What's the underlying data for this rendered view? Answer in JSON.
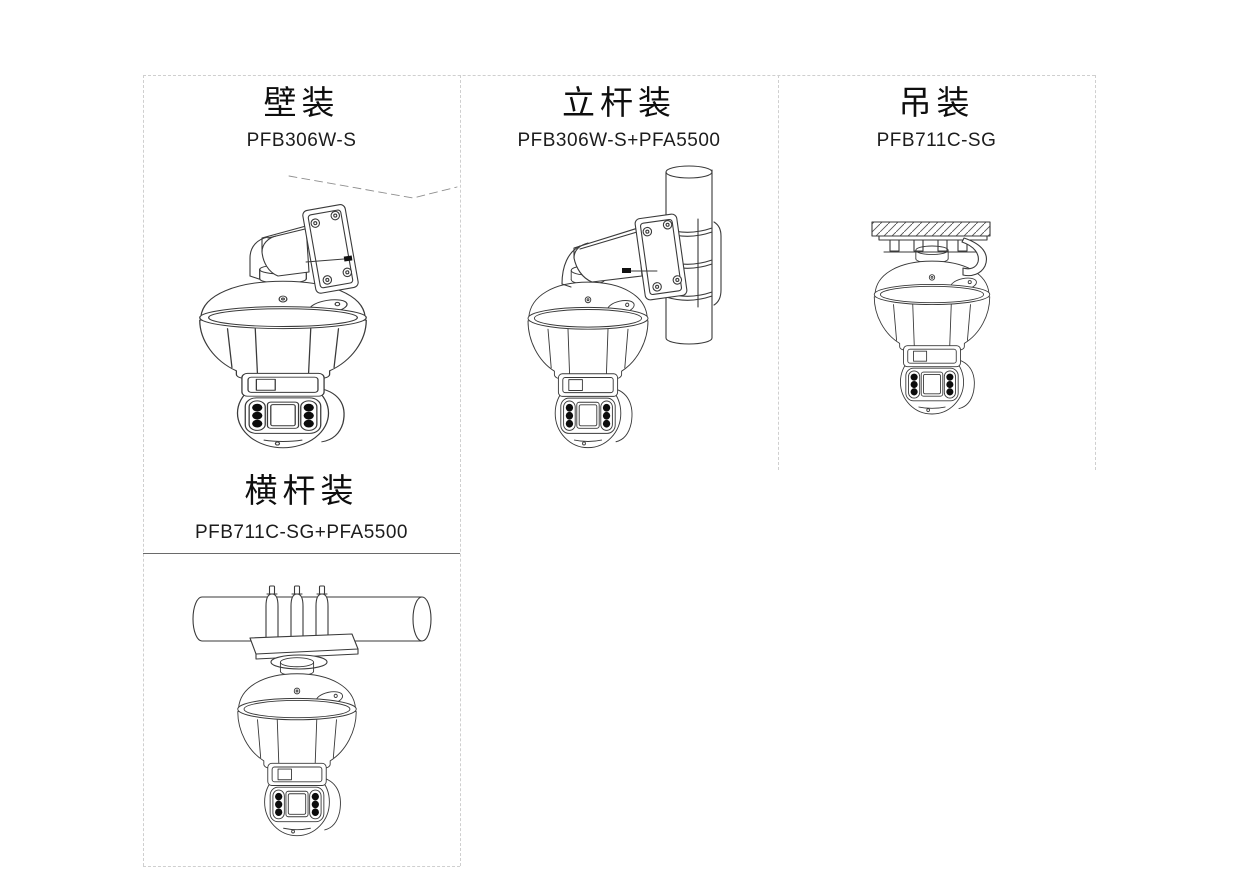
{
  "page": {
    "background_color": "#ffffff",
    "line_color": "#3a3a3a",
    "border_color": "#cfcfcf",
    "rule_color": "#6a6a6a",
    "led_color": "#0c0c0c"
  },
  "panels": [
    {
      "id": "wall-mount",
      "title": "壁装",
      "model": "PFB306W-S"
    },
    {
      "id": "pole-mount",
      "title": "立杆装",
      "model": "PFB306W-S+PFA5500"
    },
    {
      "id": "ceiling-mount",
      "title": "吊装",
      "model": "PFB711C-SG"
    },
    {
      "id": "crossarm-mount",
      "title": "横杆装",
      "model": "PFB711C-SG+PFA5500"
    }
  ]
}
